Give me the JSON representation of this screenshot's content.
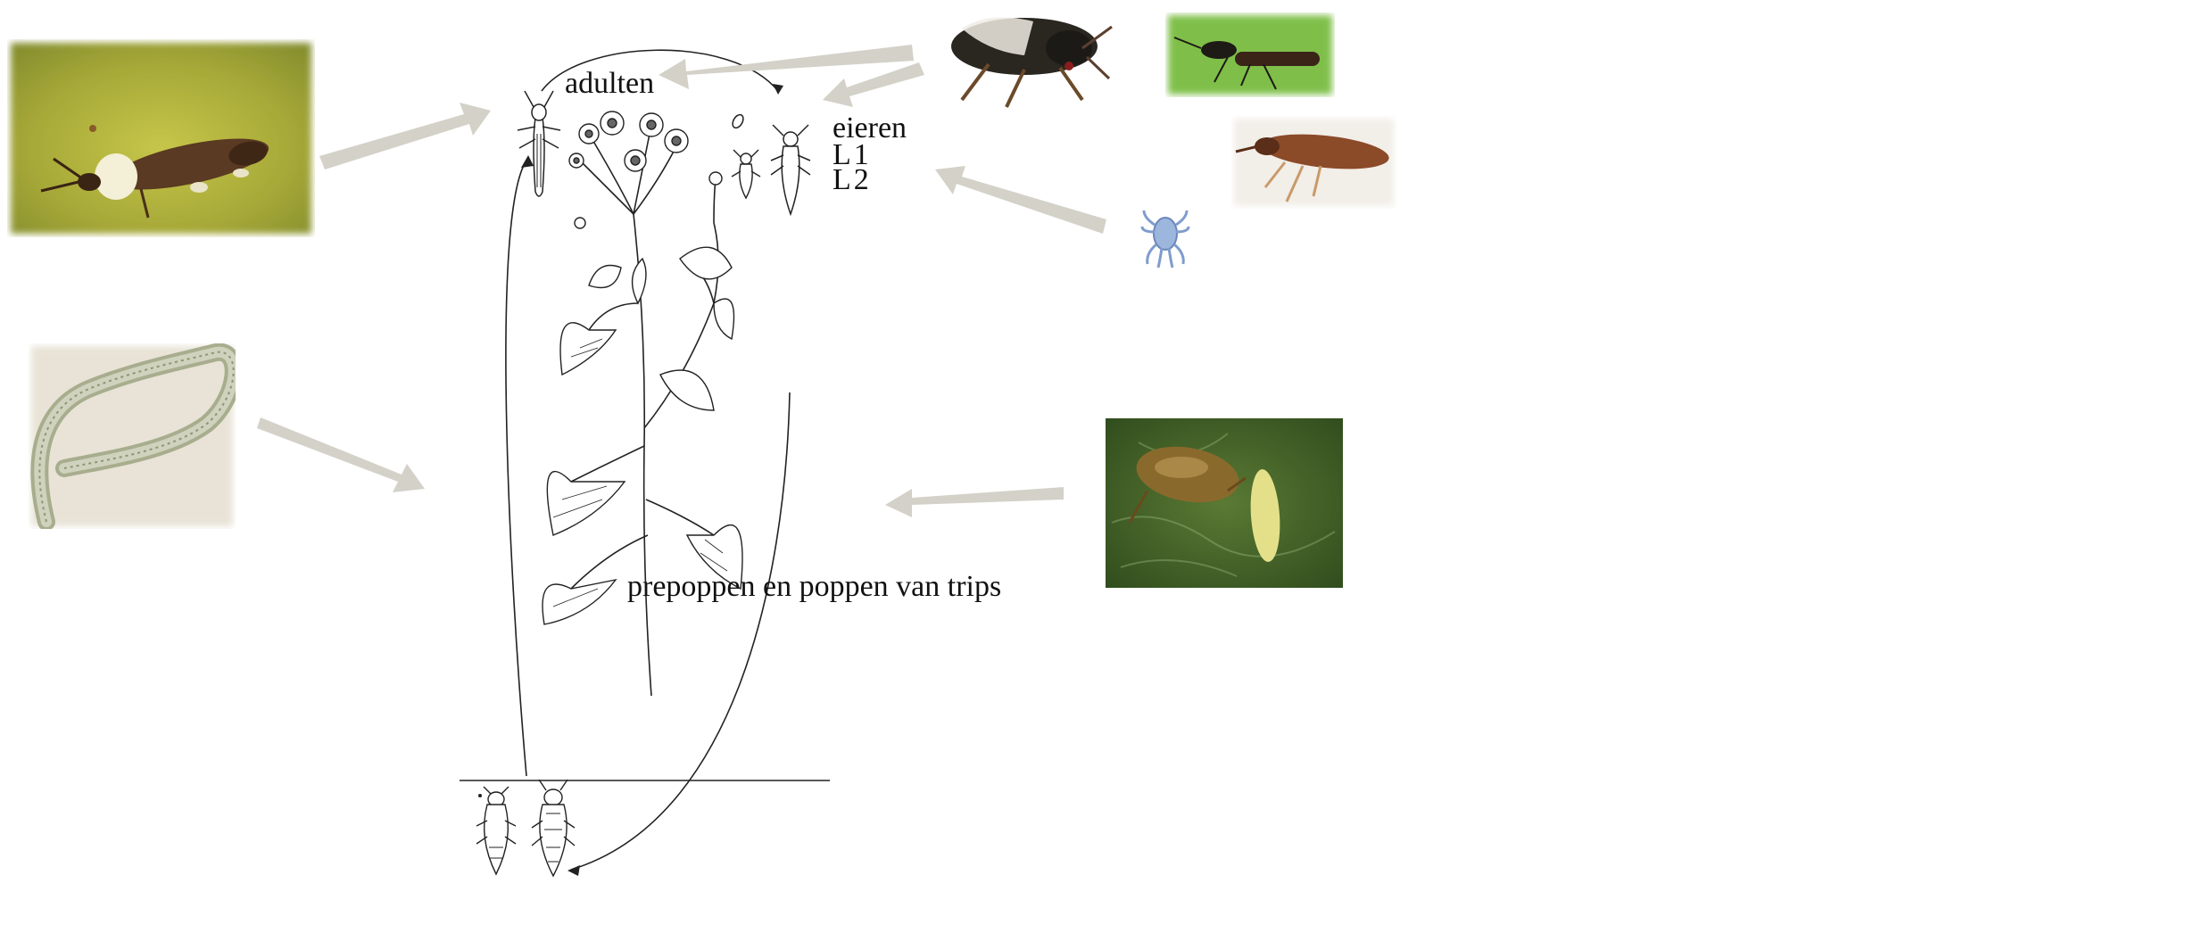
{
  "labels": {
    "adults": "adulten",
    "eggs": "eieren",
    "larva1": "L1",
    "larva2": "L2",
    "pupae": "prepoppen en poppen van trips"
  },
  "colors": {
    "arrow": "#d3d1c8",
    "line": "#222222",
    "leaf_green": "#7a8f2c",
    "photo_bg_yellow": "#a9ad3a",
    "mite_blue": "#9db6de"
  },
  "images": {
    "top_left": "thrips-with-fungus-photo",
    "mid_left": "nematode-photo",
    "top_right_1": "orius-bug-photo",
    "top_right_2": "rove-beetle-photo",
    "top_right_3": "lacewing-larva-photo",
    "mid_right": "predatory-mite-icon",
    "bottom_right": "mite-eating-thrips-photo",
    "center": "plant-with-thrips-lifecycle-drawing"
  }
}
